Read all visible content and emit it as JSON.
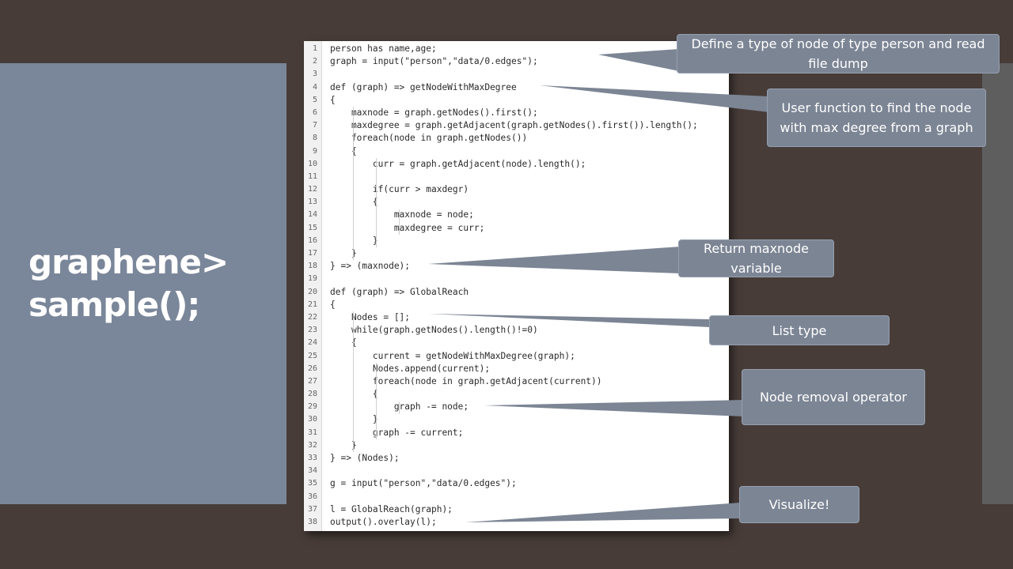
{
  "slide": {
    "title_line1": "graphene>",
    "title_line2": "sample();"
  },
  "code": [
    {
      "n": "1",
      "text": "person has name,age;"
    },
    {
      "n": "2",
      "text": "graph = input(\"person\",\"data/0.edges\");"
    },
    {
      "n": "3",
      "text": ""
    },
    {
      "n": "4",
      "text": "def (graph) => getNodeWithMaxDegree"
    },
    {
      "n": "5",
      "text": "{"
    },
    {
      "n": "6",
      "text": "    maxnode = graph.getNodes().first();"
    },
    {
      "n": "7",
      "text": "    maxdegree = graph.getAdjacent(graph.getNodes().first()).length();"
    },
    {
      "n": "8",
      "text": "    foreach(node in graph.getNodes())"
    },
    {
      "n": "9",
      "text": "    {"
    },
    {
      "n": "10",
      "text": "        curr = graph.getAdjacent(node).length();"
    },
    {
      "n": "11",
      "text": ""
    },
    {
      "n": "12",
      "text": "        if(curr > maxdegr)"
    },
    {
      "n": "13",
      "text": "        {"
    },
    {
      "n": "14",
      "text": "            maxnode = node;"
    },
    {
      "n": "15",
      "text": "            maxdegree = curr;"
    },
    {
      "n": "16",
      "text": "        }"
    },
    {
      "n": "17",
      "text": "    }"
    },
    {
      "n": "18",
      "text": "} => (maxnode);"
    },
    {
      "n": "19",
      "text": ""
    },
    {
      "n": "20",
      "text": "def (graph) => GlobalReach"
    },
    {
      "n": "21",
      "text": "{"
    },
    {
      "n": "22",
      "text": "    Nodes = [];"
    },
    {
      "n": "23",
      "text": "    while(graph.getNodes().length()!=0)"
    },
    {
      "n": "24",
      "text": "    {"
    },
    {
      "n": "25",
      "text": "        current = getNodeWithMaxDegree(graph);"
    },
    {
      "n": "26",
      "text": "        Nodes.append(current);"
    },
    {
      "n": "27",
      "text": "        foreach(node in graph.getAdjacent(current))"
    },
    {
      "n": "28",
      "text": "        {"
    },
    {
      "n": "29",
      "text": "            graph -= node;"
    },
    {
      "n": "30",
      "text": "        }"
    },
    {
      "n": "31",
      "text": "        graph -= current;"
    },
    {
      "n": "32",
      "text": "    }"
    },
    {
      "n": "33",
      "text": "} => (Nodes);"
    },
    {
      "n": "34",
      "text": ""
    },
    {
      "n": "35",
      "text": "g = input(\"person\",\"data/0.edges\");"
    },
    {
      "n": "36",
      "text": ""
    },
    {
      "n": "37",
      "text": "l = GlobalReach(graph);"
    },
    {
      "n": "38",
      "text": "output().overlay(l);"
    }
  ],
  "callouts": {
    "node_type": "Define a type of node of type person and read file dump",
    "user_function": "User function to find the node with max degree from a graph",
    "return_var": "Return maxnode variable",
    "list_type": "List type",
    "node_removal": "Node removal operator",
    "visualize": "Visualize!"
  },
  "colors": {
    "background": "#473c38",
    "panel": "#7a8699",
    "callout": "#7c8594"
  }
}
